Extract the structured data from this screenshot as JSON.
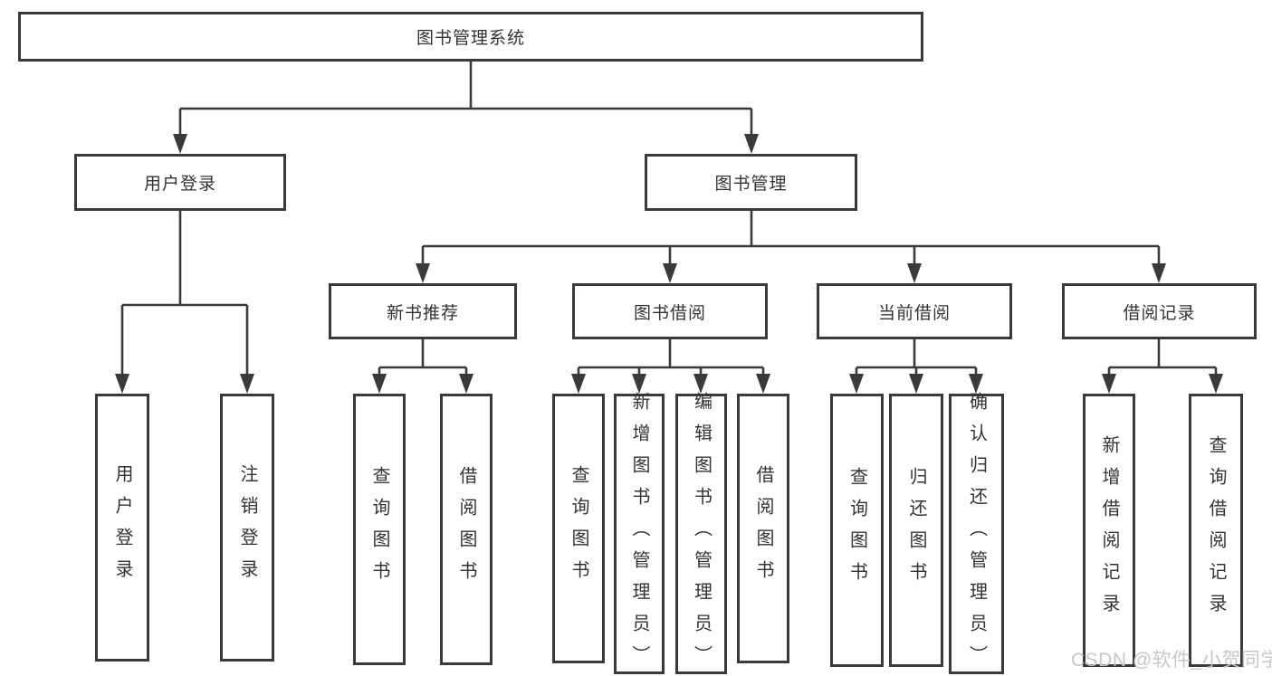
{
  "diagram": {
    "type": "hierarchy-tree",
    "root": "图书管理系统",
    "l2": [
      "用户登录",
      "图书管理"
    ],
    "l3": [
      "新书推荐",
      "图书借阅",
      "当前借阅",
      "借阅记录"
    ],
    "leaves_user": [
      "用户登录",
      "注销登录"
    ],
    "leaves_newbook": [
      "查询图书",
      "借阅图书"
    ],
    "leaves_borrow": [
      "查询图书",
      "新增图书（管理员）",
      "编辑图书（管理员）",
      "借阅图书"
    ],
    "leaves_current": [
      "查询图书",
      "归还图书",
      "确认归还（管理员）"
    ],
    "leaves_record": [
      "新增借阅记录",
      "查询借阅记录"
    ],
    "edges": [
      [
        "图书管理系统",
        "用户登录"
      ],
      [
        "图书管理系统",
        "图书管理"
      ],
      [
        "用户登录",
        "用户登录(叶)"
      ],
      [
        "用户登录",
        "注销登录"
      ],
      [
        "图书管理",
        "新书推荐"
      ],
      [
        "图书管理",
        "图书借阅"
      ],
      [
        "图书管理",
        "当前借阅"
      ],
      [
        "图书管理",
        "借阅记录"
      ],
      [
        "新书推荐",
        "查询图书"
      ],
      [
        "新书推荐",
        "借阅图书"
      ],
      [
        "图书借阅",
        "查询图书"
      ],
      [
        "图书借阅",
        "新增图书（管理员）"
      ],
      [
        "图书借阅",
        "编辑图书（管理员）"
      ],
      [
        "图书借阅",
        "借阅图书"
      ],
      [
        "当前借阅",
        "查询图书"
      ],
      [
        "当前借阅",
        "归还图书"
      ],
      [
        "当前借阅",
        "确认归还（管理员）"
      ],
      [
        "借阅记录",
        "新增借阅记录"
      ],
      [
        "借阅记录",
        "查询借阅记录"
      ]
    ],
    "colors": {
      "line": "#3a3a3a",
      "text": "#333333",
      "box_background": "#ffffff",
      "watermark": "#c7c7c7"
    }
  },
  "watermark": "CSDN @软件_小贺同学"
}
